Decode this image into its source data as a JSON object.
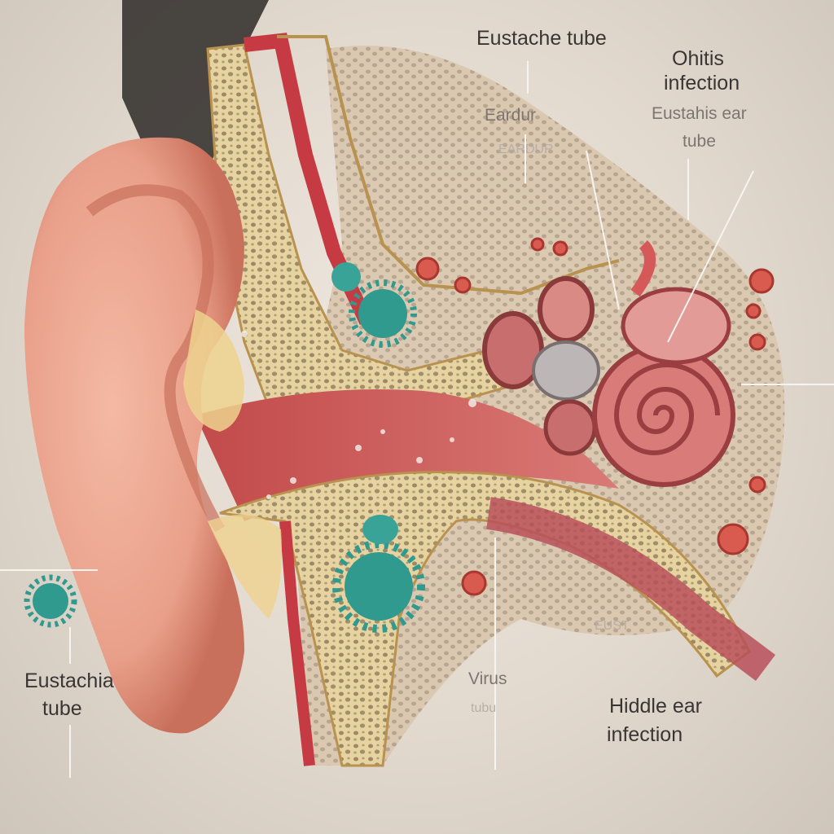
{
  "labels": {
    "eustache_tube": "Eustache tube",
    "ohitis_line1": "Ohitis",
    "ohitis_line2": "infection",
    "eardur": "Eardur",
    "eardur_ghost": "EARDUR",
    "eustahis_line1": "Eustahis ear",
    "eustahis_line2": "tube",
    "eustachia_line1": "Eustachia",
    "eustachia_line2": "tube",
    "virus_line1": "Virus",
    "virus_line2": "tubu",
    "middle_line1": "Hiddle ear",
    "middle_line2": "infection",
    "ghost_bottom": "EUST"
  },
  "colors": {
    "skin": "#e9a08a",
    "skin_dark": "#c9705c",
    "bone": "#e7d6a4",
    "tissue_red": "#c9464a",
    "virus": "#2f9a8d",
    "background": "#e2d9ce"
  },
  "icons": [
    "virus-icon",
    "cochlea-icon",
    "ossicle-icon"
  ]
}
